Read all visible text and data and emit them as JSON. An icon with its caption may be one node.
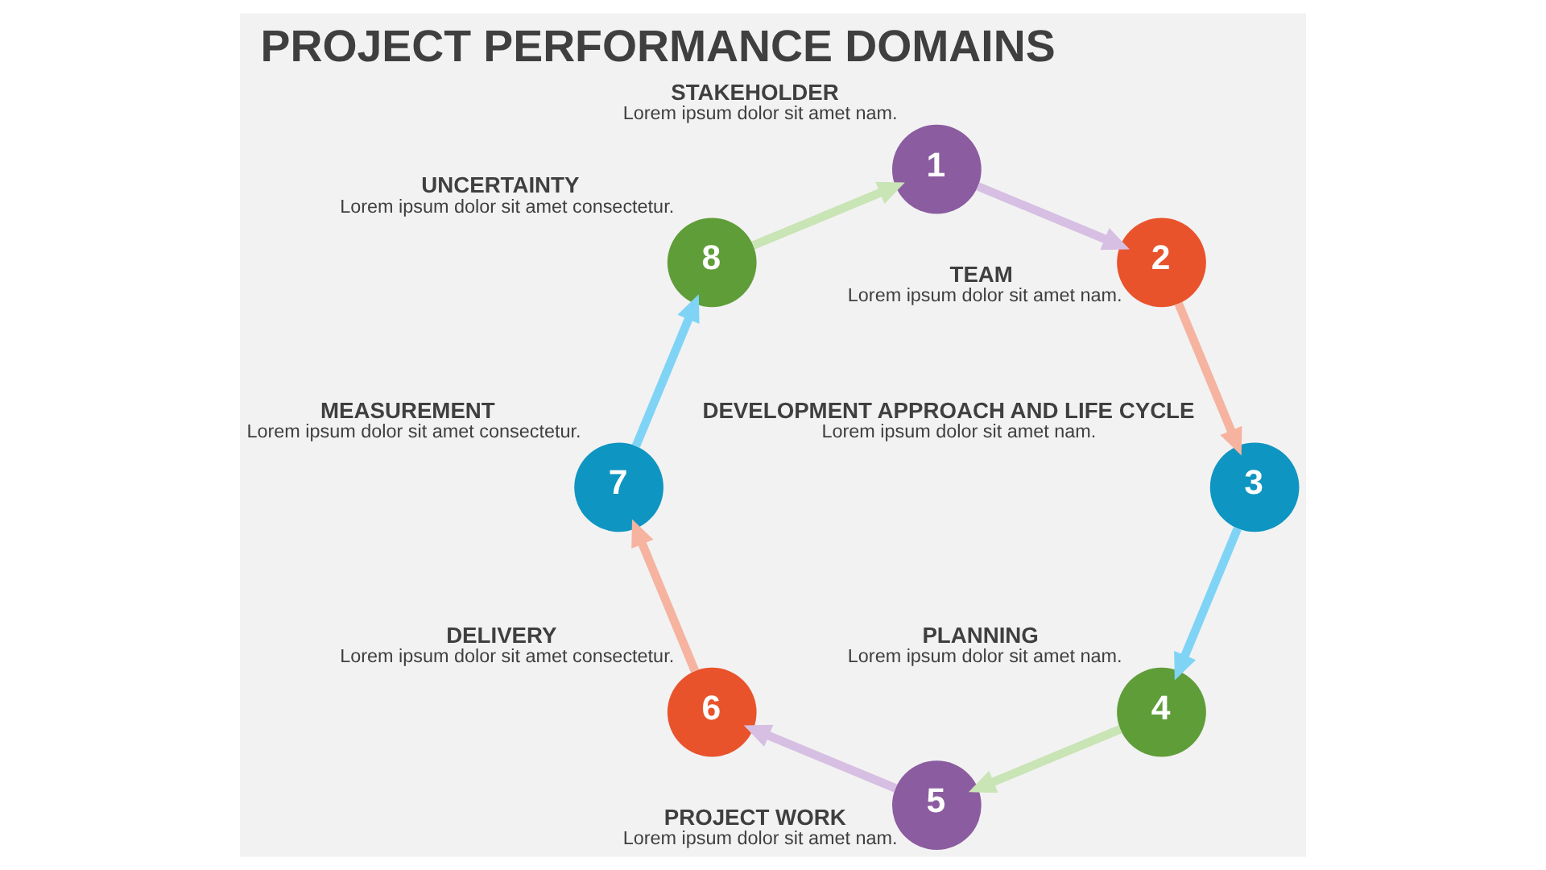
{
  "diagram": {
    "title": "PROJECT PERFORMANCE DOMAINS",
    "nodes": [
      {
        "text": [
          "1"
        ],
        "beside": [
          "STAKEHOLDER",
          "Lorem ipsum dolor sit amet nam."
        ]
      },
      {
        "text": [
          "2"
        ],
        "beside": [
          "TEAM",
          "Lorem ipsum dolor sit amet nam."
        ]
      },
      {
        "text": [
          "3"
        ],
        "beside": [
          "DEVELOPMENT APPROACH AND LIFE CYCLE",
          "Lorem ipsum dolor sit amet nam."
        ]
      },
      {
        "text": [
          "4"
        ],
        "beside": [
          "PLANNING",
          "Lorem ipsum dolor sit amet nam."
        ]
      },
      {
        "text": [
          "5"
        ],
        "beside": [
          "PROJECT WORK",
          "Lorem ipsum dolor sit amet nam."
        ]
      },
      {
        "text": [
          "6"
        ],
        "beside": [
          "DELIVERY",
          "Lorem ipsum dolor sit amet consectetur."
        ]
      },
      {
        "text": [
          "7"
        ],
        "beside": [
          "MEASUREMENT",
          "Lorem ipsum dolor sit amet consectetur."
        ]
      },
      {
        "text": [
          "8"
        ],
        "beside": [
          "UNCERTAINTY",
          "Lorem ipsum dolor sit amet consectetur."
        ]
      }
    ],
    "edges": [
      {
        "from": 0,
        "to": 1,
        "arrow": "to",
        "color": "#d6bfe2"
      },
      {
        "from": 1,
        "to": 2,
        "arrow": "to",
        "color": "#f6b3a0"
      },
      {
        "from": 2,
        "to": 3,
        "arrow": "to",
        "color": "#7fd4f6"
      },
      {
        "from": 3,
        "to": 4,
        "arrow": "to",
        "color": "#c9e4b5"
      },
      {
        "from": 4,
        "to": 5,
        "arrow": "to",
        "color": "#d6bfe2"
      },
      {
        "from": 5,
        "to": 6,
        "arrow": "to",
        "color": "#f6b3a0"
      },
      {
        "from": 6,
        "to": 7,
        "arrow": "to",
        "color": "#7fd4f6"
      },
      {
        "from": 7,
        "to": 0,
        "arrow": "to",
        "color": "#c9e4b5"
      }
    ]
  }
}
